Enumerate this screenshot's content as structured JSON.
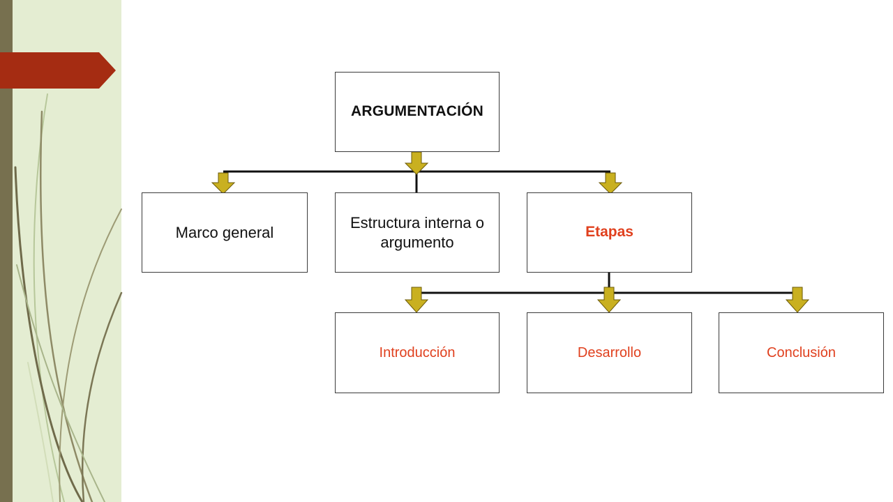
{
  "theme": {
    "side_bar_color": "#77704f",
    "side_panel_color": "#e4edd2",
    "accent_color": "#a52c12",
    "highlight_text_color": "#e0401e",
    "connector_color": "#111111",
    "arrow_color": "#c9b020"
  },
  "diagram": {
    "root": "ARGUMENTACIÓN",
    "level1": [
      "Marco general",
      "Estructura interna o argumento",
      "Etapas"
    ],
    "level2": [
      "Introducción",
      "Desarrollo",
      "Conclusión"
    ]
  }
}
